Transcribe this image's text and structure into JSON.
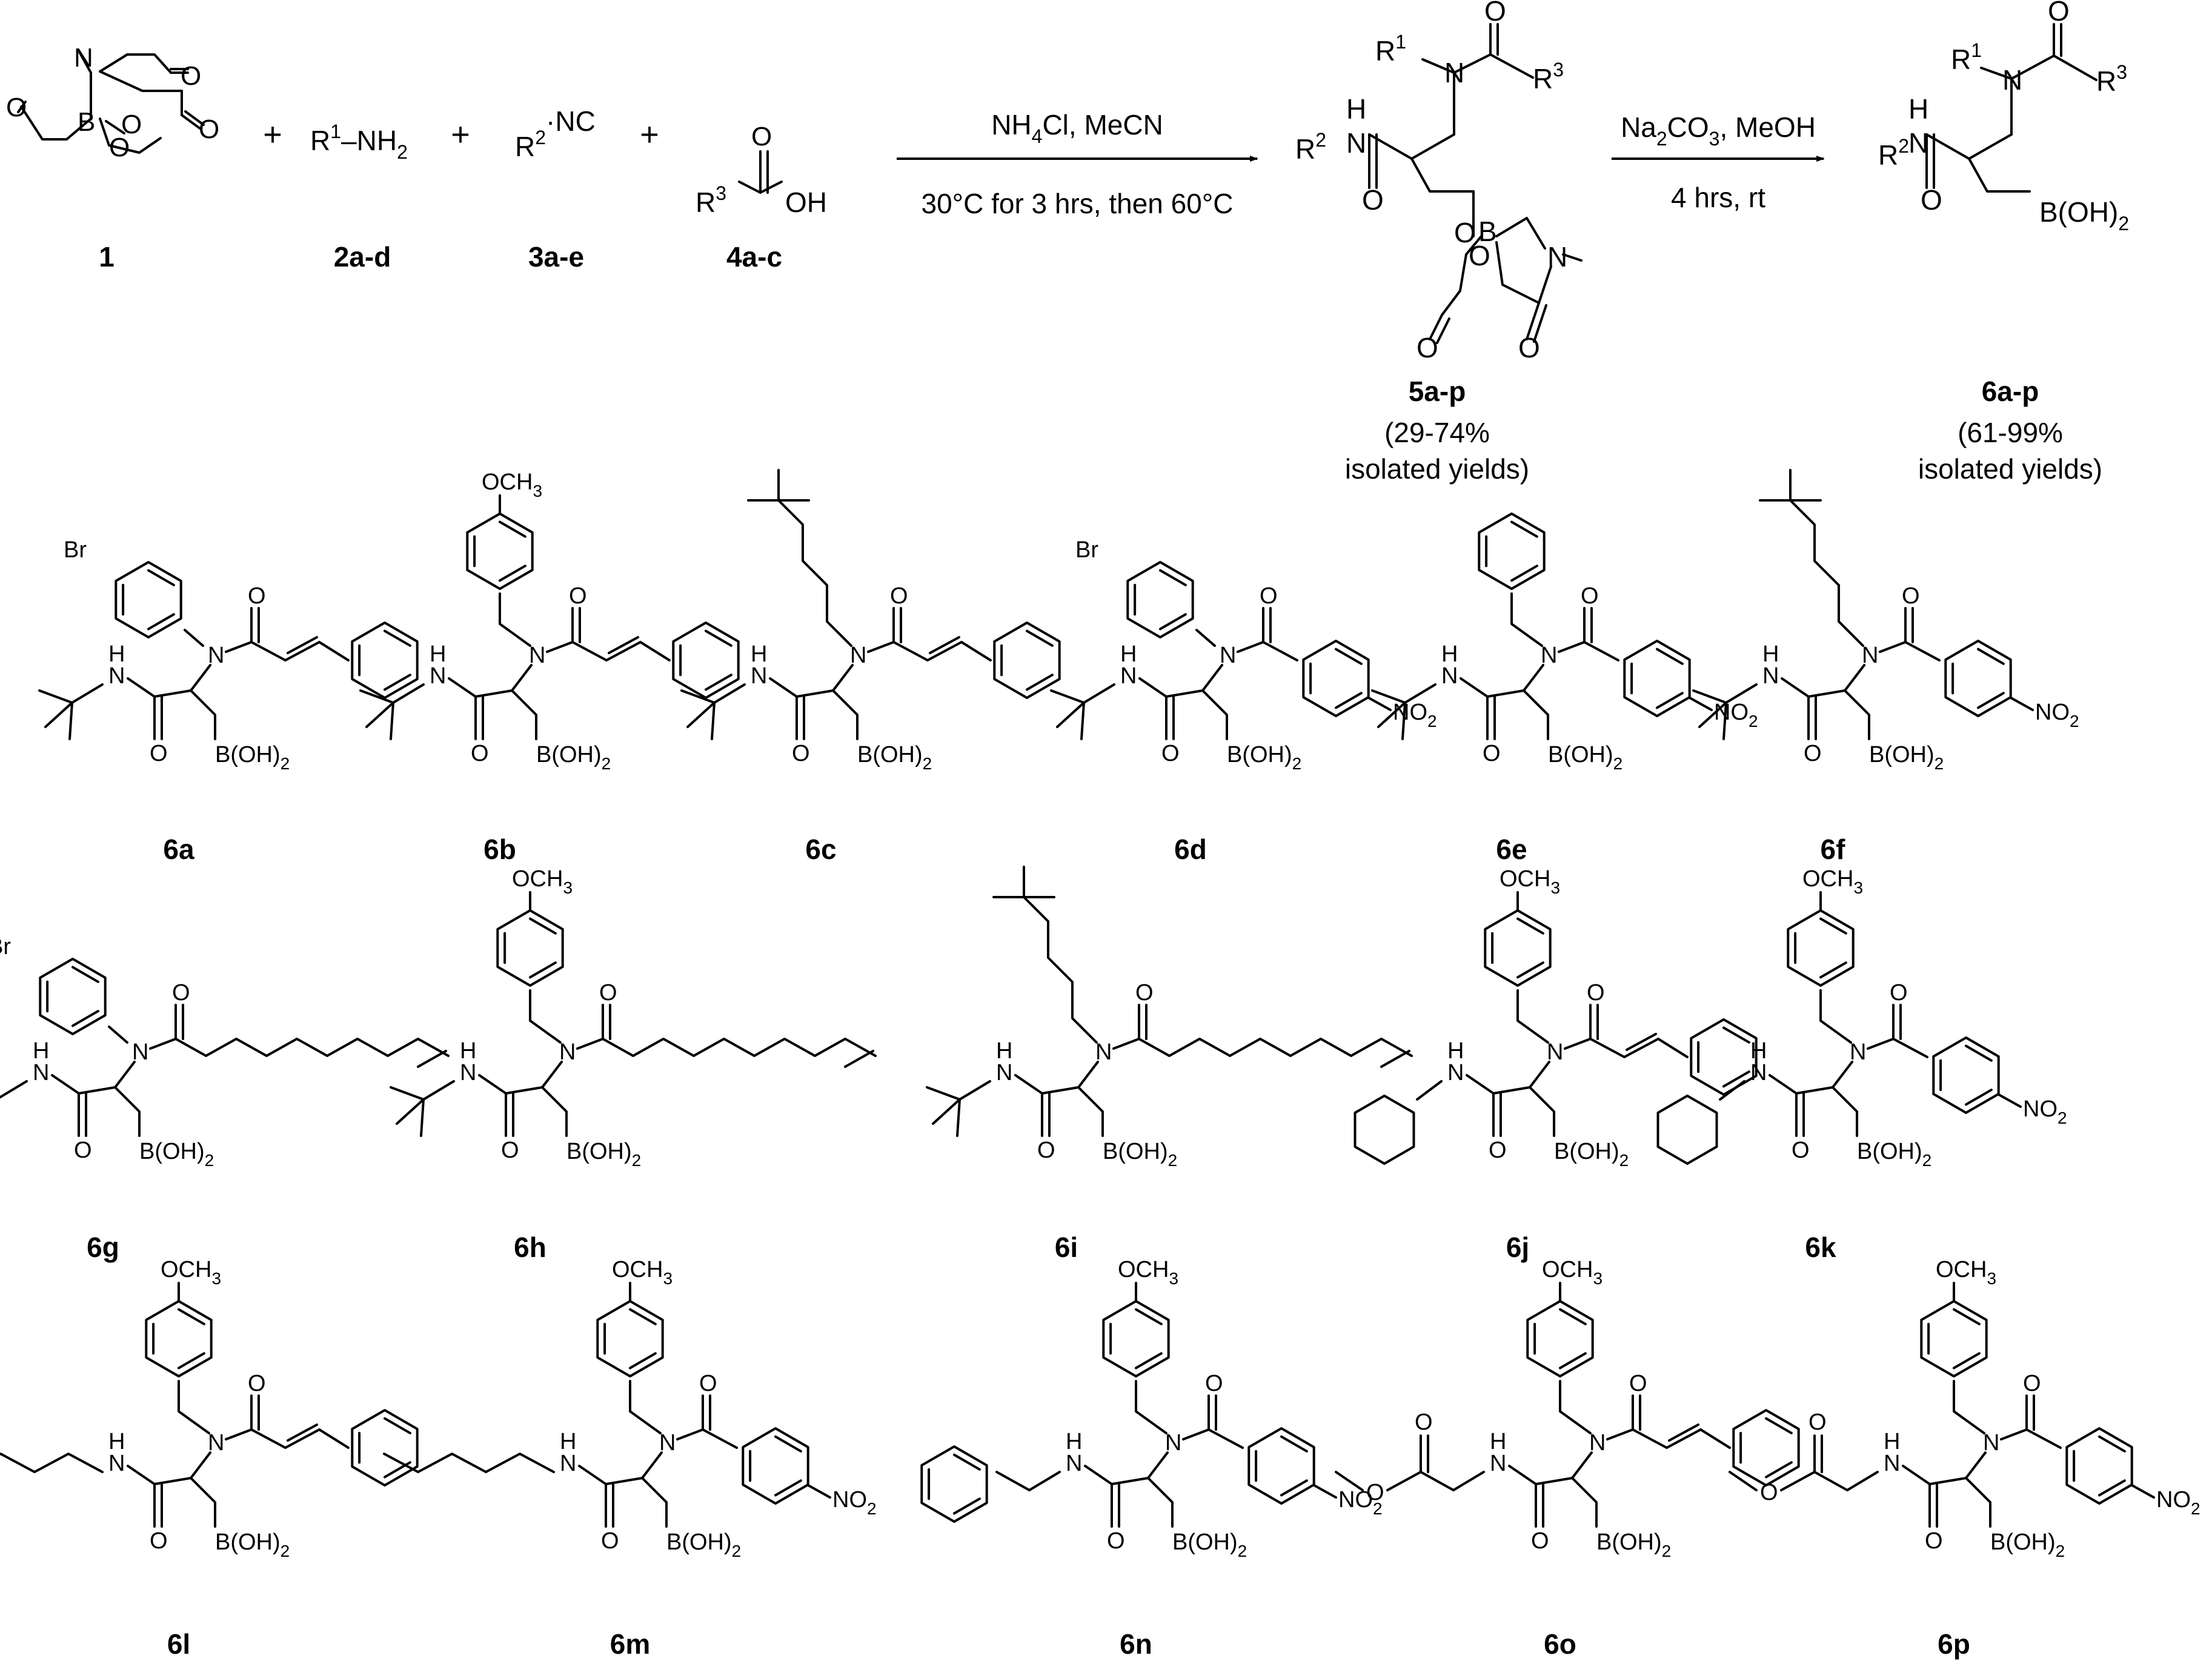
{
  "scheme": {
    "reactants": [
      {
        "id": "1"
      },
      {
        "id": "2a-d",
        "formula_main": "R",
        "formula_sup": "1",
        "formula_tail": "–NH",
        "formula_sub": "2"
      },
      {
        "id": "3a-e",
        "formula_main": "R",
        "formula_sup": "2",
        "formula_tail": "·NC"
      },
      {
        "id": "4a-c",
        "formula_main": "R",
        "formula_sup": "3",
        "formula_o": "O",
        "formula_oh": "OH"
      }
    ],
    "plus": "+",
    "step1": {
      "reagent_a": "NH",
      "reagent_a_sub": "4",
      "reagent_b": "Cl, MeCN",
      "condition": "30°C for 3 hrs, then 60°C"
    },
    "step2": {
      "reagent_a": "Na",
      "reagent_a_sub": "2",
      "reagent_b": "CO",
      "reagent_b_sub": "3",
      "reagent_c": ", MeOH",
      "condition": "4 hrs, rt"
    },
    "intermediate": {
      "id": "5a-p",
      "yield_line1": "(29-74%",
      "yield_line2": "isolated yields)"
    },
    "product": {
      "id": "6a-p",
      "yield_line1": "(61-99%",
      "yield_line2": "isolated yields)"
    },
    "atoms": {
      "N": "N",
      "O": "O",
      "B": "B",
      "H": "H",
      "R": "R",
      "boh2": "B(OH)",
      "boh2_sub": "2",
      "och3": "OCH",
      "och3_sub": "3",
      "no2": "NO",
      "no2_sub": "2",
      "br": "Br",
      "sup1": "1",
      "sup2": "2",
      "sup3": "3"
    }
  },
  "compounds": [
    {
      "id": "6a"
    },
    {
      "id": "6b"
    },
    {
      "id": "6c"
    },
    {
      "id": "6d"
    },
    {
      "id": "6e"
    },
    {
      "id": "6f"
    },
    {
      "id": "6g"
    },
    {
      "id": "6h"
    },
    {
      "id": "6i"
    },
    {
      "id": "6j"
    },
    {
      "id": "6k"
    },
    {
      "id": "6l"
    },
    {
      "id": "6m"
    },
    {
      "id": "6n"
    },
    {
      "id": "6o"
    },
    {
      "id": "6p"
    }
  ]
}
